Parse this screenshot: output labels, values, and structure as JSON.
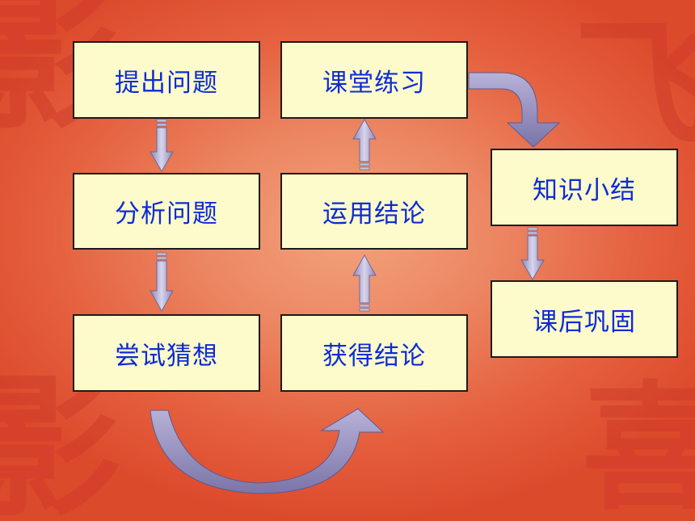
{
  "diagram": {
    "nodes": [
      {
        "id": "b1",
        "label": "提出问题"
      },
      {
        "id": "b2",
        "label": "分析问题"
      },
      {
        "id": "b3",
        "label": "尝试猜想"
      },
      {
        "id": "b4",
        "label": "课堂练习"
      },
      {
        "id": "b5",
        "label": "运用结论"
      },
      {
        "id": "b6",
        "label": "获得结论"
      },
      {
        "id": "b7",
        "label": "知识小结"
      },
      {
        "id": "b8",
        "label": "课后巩固"
      }
    ],
    "edges": [
      {
        "from": "b1",
        "to": "b2"
      },
      {
        "from": "b2",
        "to": "b3"
      },
      {
        "from": "b3",
        "to": "b6"
      },
      {
        "from": "b6",
        "to": "b5"
      },
      {
        "from": "b5",
        "to": "b4"
      },
      {
        "from": "b4",
        "to": "b7"
      },
      {
        "from": "b7",
        "to": "b8"
      }
    ]
  },
  "colors": {
    "box_fill": "#fdfbcb",
    "box_border": "#1e1a18",
    "text": "#0d2bd6",
    "arrow": "#a09bc4"
  },
  "decor": {
    "watermark_glyphs": [
      "影",
      "飞",
      "影",
      "喜"
    ]
  }
}
